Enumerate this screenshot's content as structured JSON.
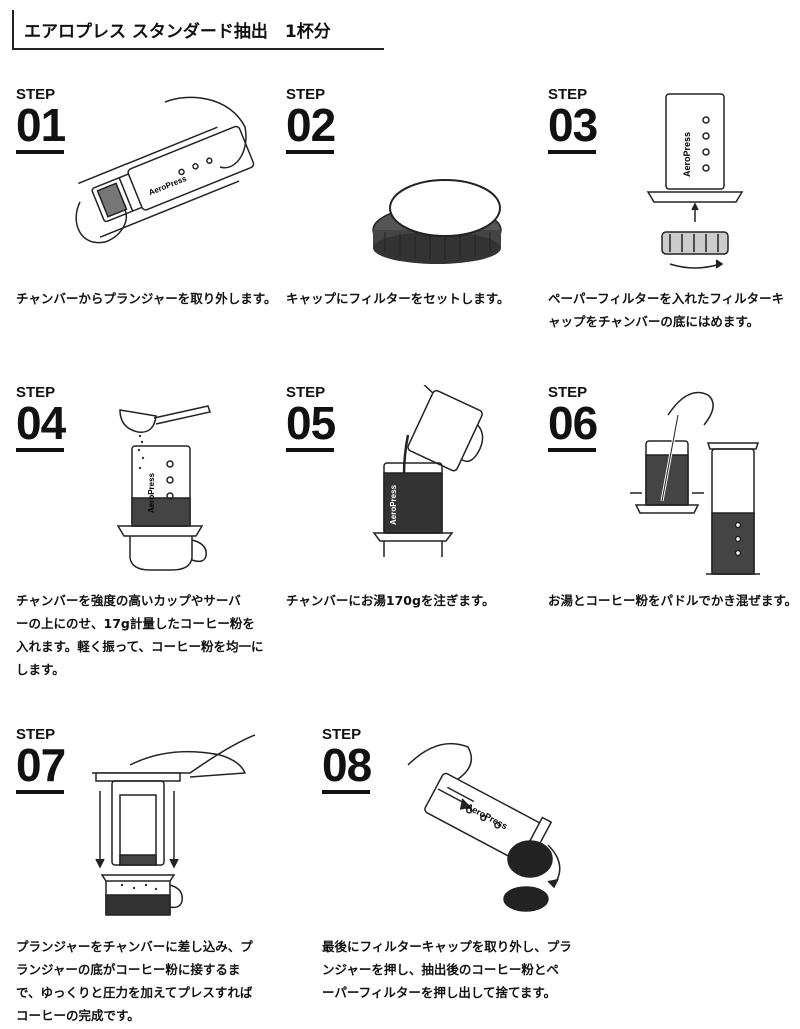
{
  "title": "エアロプレス スタンダード抽出　1杯分",
  "steps": [
    {
      "label": "STEP",
      "num": "01",
      "lines": [
        "チャンバーからプランジャーを取り外します。"
      ]
    },
    {
      "label": "STEP",
      "num": "02",
      "lines": [
        "キャップにフィルターをセットします。"
      ]
    },
    {
      "label": "STEP",
      "num": "03",
      "lines": [
        "ペーパーフィルターを入れたフィルターキ",
        "ャップをチャンバーの底にはめます。"
      ]
    },
    {
      "label": "STEP",
      "num": "04",
      "lines": [
        "チャンバーを強度の高いカップやサーバ",
        "ーの上にのせ、17g計量したコーヒー粉を",
        "入れます。軽く振って、コーヒー粉を均一に",
        "します。"
      ]
    },
    {
      "label": "STEP",
      "num": "05",
      "lines": [
        "チャンバーにお湯170gを注ぎます。"
      ]
    },
    {
      "label": "STEP",
      "num": "06",
      "lines": [
        "お湯とコーヒー粉をパドルでかき混ぜます。"
      ]
    },
    {
      "label": "STEP",
      "num": "07",
      "lines": [
        "プランジャーをチャンバーに差し込み、プ",
        "ランジャーの底がコーヒー粉に接するま",
        "で、ゆっくりと圧力を加えてプレスすれば",
        "コーヒーの完成です。"
      ]
    },
    {
      "label": "STEP",
      "num": "08",
      "lines": [
        "最後にフィルターキャップを取り外し、プラ",
        "ンジャーを押し、抽出後のコーヒー粉とペ",
        "ーパーフィルターを押し出して捨てます。"
      ]
    }
  ],
  "brand": "AeroPress",
  "icons": [
    "plunger-removal-illustration",
    "filter-cap-illustration",
    "cap-attach-illustration",
    "coffee-scoop-illustration",
    "kettle-pour-illustration",
    "paddle-stir-illustration",
    "hand-press-illustration",
    "cap-eject-illustration"
  ]
}
